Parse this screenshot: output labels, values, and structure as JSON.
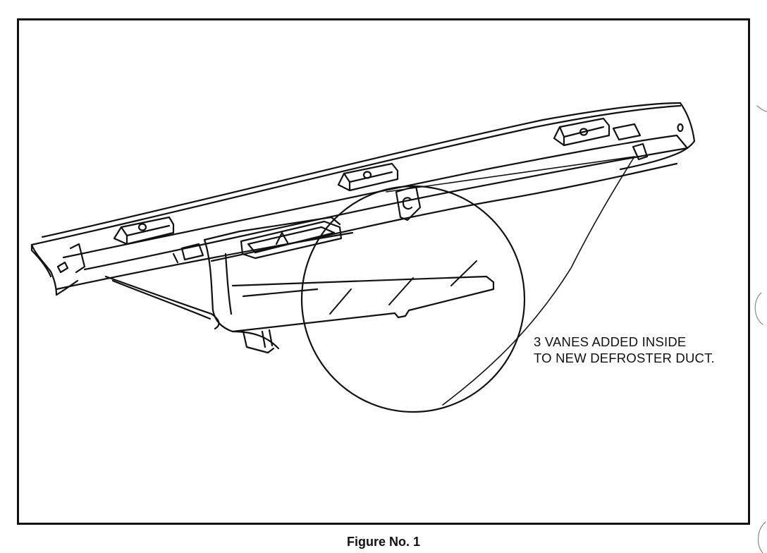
{
  "callout": {
    "line1": "3 VANES ADDED INSIDE",
    "line2": "TO NEW DEFROSTER DUCT."
  },
  "caption": "Figure No. 1",
  "colors": {
    "ink": "#111111",
    "paper": "#ffffff"
  }
}
